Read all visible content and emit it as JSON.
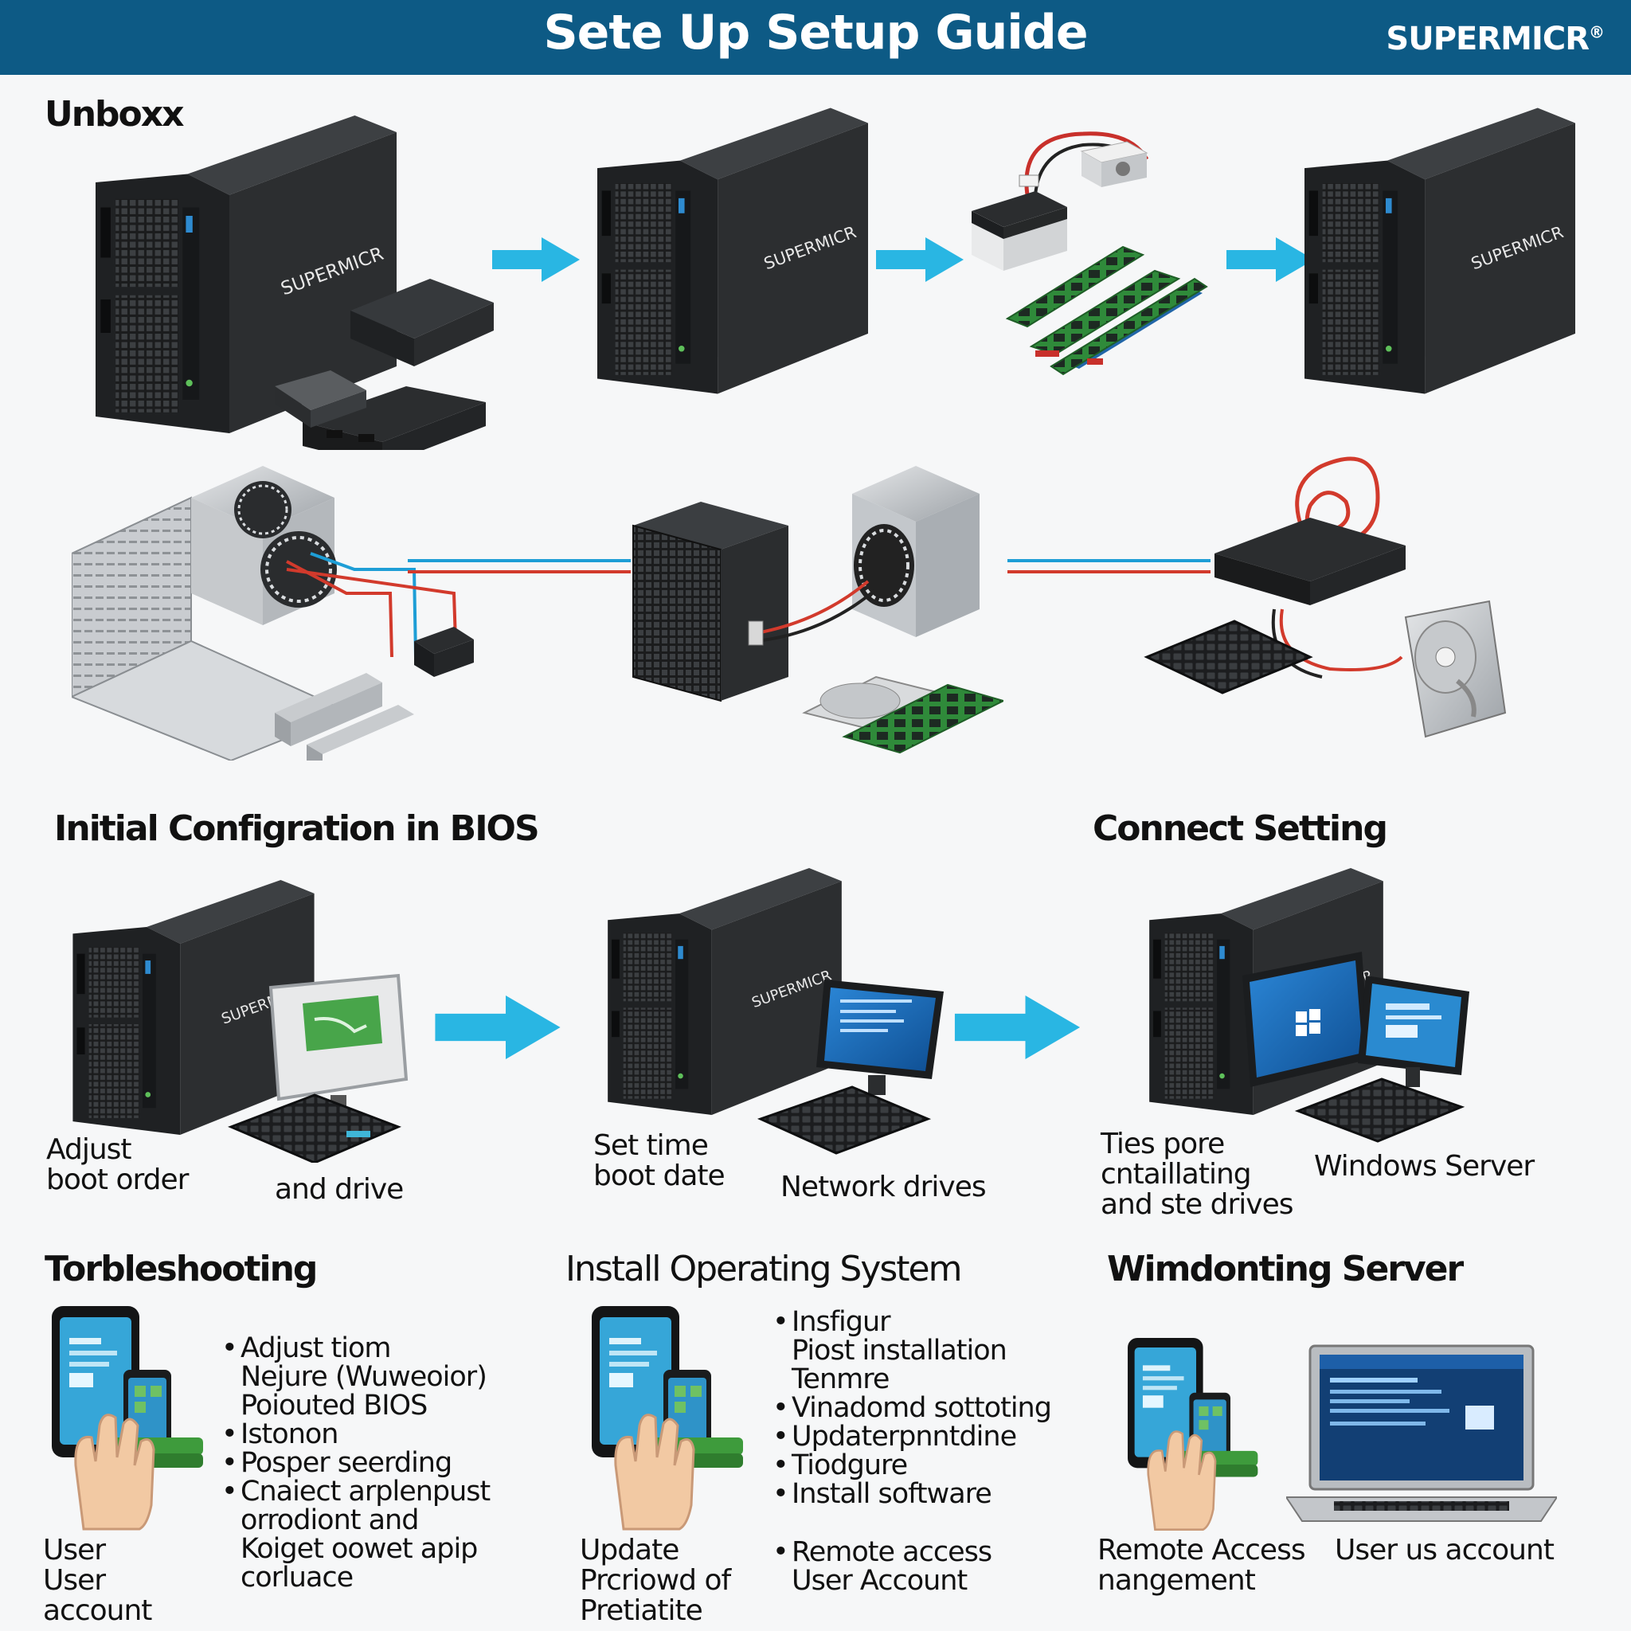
{
  "header": {
    "title": "Sete Up Setup Guide",
    "brand": "SUPERMICR",
    "brand_mark": "®"
  },
  "sections": {
    "unbox": "Unboxx",
    "bios": "Initial Configration in BIOS",
    "connect": "Connect Setting",
    "trouble": "Torbleshooting",
    "install_os": "Install Operating System",
    "windows": "Wimdonting Server"
  },
  "captions": {
    "adjust": "Adjust\nboot order",
    "and_drive": "and drive",
    "set_time": "Set time\nboot date",
    "network": "Network drives",
    "ties": "Ties pore\ncntaillating\nand ste drives",
    "windows_server": "Windows Server",
    "user_user": "User\nUser\naccount",
    "update": "Update\nPrcriowd of\nPretiatite",
    "remote_access": "Remote Access\nnangement",
    "user_us_account": "User us account"
  },
  "trouble_list": [
    {
      "text": "Adjust tiom",
      "bullet": true
    },
    {
      "text": "Nejure (Wuweoior)",
      "bullet": false
    },
    {
      "text": "Poiouted BIOS",
      "bullet": false
    },
    {
      "text": "Istonon",
      "bullet": true
    },
    {
      "text": "Posper seerding",
      "bullet": true
    },
    {
      "text": "Cnaiect arplenpust",
      "bullet": true
    },
    {
      "text": "orrodiont and",
      "bullet": false
    },
    {
      "text": "Koiget oowet apip",
      "bullet": false
    },
    {
      "text": "corluace",
      "bullet": false
    }
  ],
  "os_list": [
    {
      "text": "Insfigur",
      "bullet": true
    },
    {
      "text": "Piost installation",
      "bullet": false
    },
    {
      "text": "Tenmre",
      "bullet": false
    },
    {
      "text": "Vinadomd sottoting",
      "bullet": true
    },
    {
      "text": "Updaterpnntdine",
      "bullet": true
    },
    {
      "text": "Tiodgure",
      "bullet": true
    },
    {
      "text": "Install software",
      "bullet": true
    }
  ],
  "os_list2": [
    {
      "text": "Remote access",
      "bullet": true
    },
    {
      "text": "User Account",
      "bullet": false
    }
  ],
  "colors": {
    "header": "#0d5a85",
    "arrow": "#29b6e3",
    "cable_red": "#d23a2c",
    "cable_blue": "#1e9ed6",
    "chassis": "#2a2c2e",
    "screen_blue": "#1f74c2"
  },
  "icons": [
    "server-tower",
    "arrow-right",
    "ram-module",
    "psu-fan",
    "keyboard",
    "hard-drive",
    "monitor",
    "phone-hand",
    "laptop"
  ]
}
